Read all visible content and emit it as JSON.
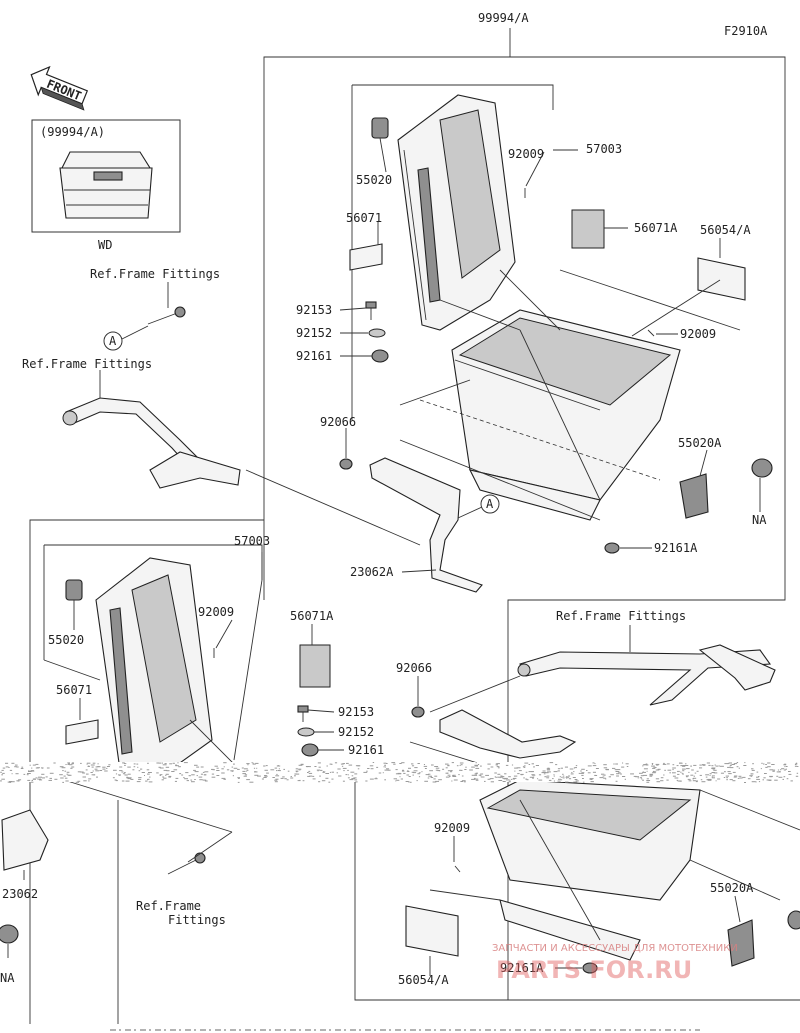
{
  "figure_id": "F2910A",
  "front_label": "FRONT",
  "inset": {
    "title": "(99994/A)",
    "caption": "WD"
  },
  "parts": {
    "kit_top": "99994/A",
    "case_top": "57003",
    "lock_top": "55020",
    "screw_top": "92009",
    "sticker_a_top": "56071A",
    "sticker_b_top": "56054/A",
    "label_top": "56071",
    "bolt_top": "92153",
    "washer_top": "92152",
    "grommet_top": "92161",
    "screw_top_r": "92009",
    "lock_a_top": "55020A",
    "nut_top": "92066",
    "bracket_top": "23062A",
    "grommet_a_top": "92161A",
    "case_bottom": "57003",
    "lock_bottom": "55020",
    "screw_bottom": "92009",
    "sticker_a_bottom": "56071A",
    "label_bottom": "56071",
    "bolt_bottom": "92153",
    "washer_bottom": "92152",
    "grommet_bottom": "92161",
    "nut_bottom": "92066",
    "screw_bottom_r": "92009",
    "lock_a_bottom": "55020A",
    "bracket_bottom": "23062",
    "sticker_b_bottom": "56054/A",
    "grommet_a_bottom": "92161A"
  },
  "refs": {
    "ref1": "Ref.Frame Fittings",
    "ref2": "Ref.Frame Fittings",
    "ref3": "Ref.Frame Fittings",
    "ref4_line1": "Ref.Frame",
    "ref4_line2": "Fittings"
  },
  "callouts": {
    "a1": "A",
    "a2": "A"
  },
  "na": {
    "top": "NA",
    "bottom": "NA"
  },
  "watermark": {
    "top": "ЗАПЧАСТИ И АКСЕССУАРЫ ДЛЯ МОТОТЕХНИКИ",
    "logo": "PARTS FOR.RU"
  },
  "colors": {
    "line": "#333333",
    "watermark": "#e06060",
    "noise": "#9a9a9a"
  }
}
